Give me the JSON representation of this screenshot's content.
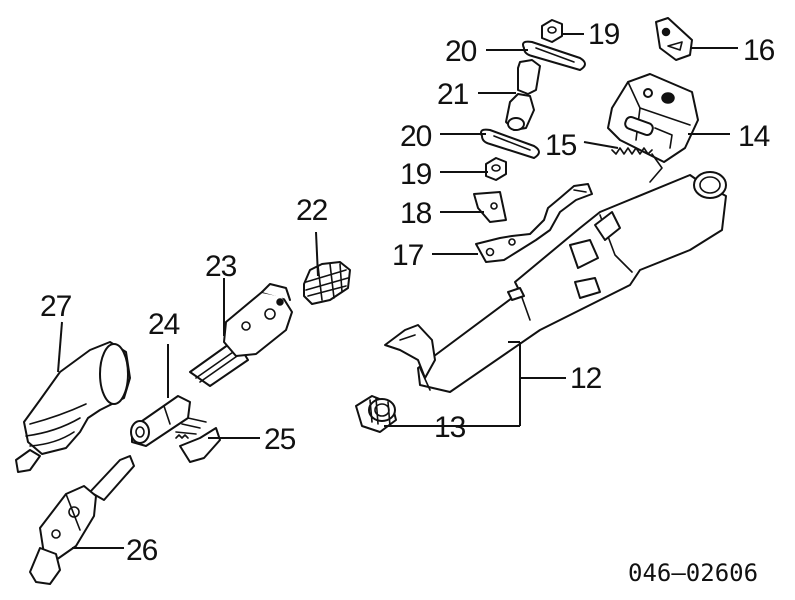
{
  "figure_code": "046–02606",
  "callouts": {
    "c12": "12",
    "c13": "13",
    "c14": "14",
    "c15": "15",
    "c16": "16",
    "c17": "17",
    "c18": "18",
    "c19a": "19",
    "c19b": "19",
    "c20a": "20",
    "c20b": "20",
    "c21": "21",
    "c22": "22",
    "c23": "23",
    "c24": "24",
    "c25": "25",
    "c26": "26",
    "c27": "27"
  }
}
